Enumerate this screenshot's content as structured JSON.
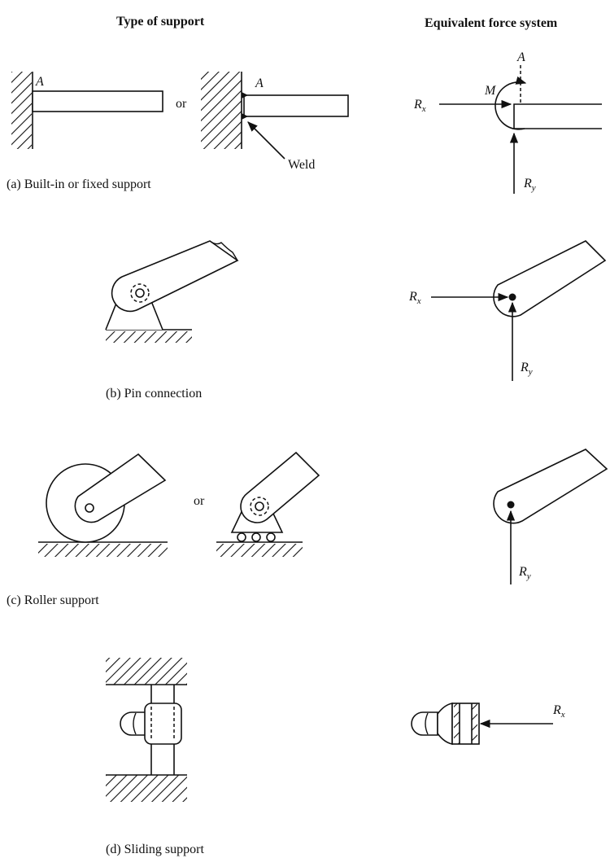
{
  "headers": {
    "left": "Type of support",
    "right": "Equivalent force system"
  },
  "captions": {
    "a": "(a)  Built-in or fixed support",
    "b": "(b)  Pin connection",
    "c": "(c)  Roller support",
    "d": "(d)  Sliding support"
  },
  "connectors": {
    "or": "or"
  },
  "labels": {
    "point_a": "A",
    "weld": "Weld",
    "moment": "M",
    "rx_main": "R",
    "rx_sub": "x",
    "ry_main": "R",
    "ry_sub": "y"
  }
}
